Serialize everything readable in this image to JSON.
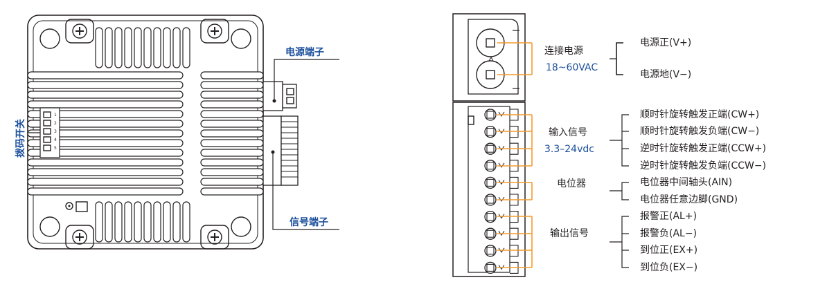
{
  "labels": {
    "power_terminal": "电源端子",
    "signal_terminal": "信号端子",
    "dip_switch": "拨码开关"
  },
  "power_group": {
    "title": "连接电源",
    "spec": "18~60VAC",
    "pins": [
      "电源正(V+)",
      "电源地(V−)"
    ]
  },
  "input_group": {
    "title": "输入信号",
    "spec": "3.3–24vdc",
    "pins": [
      "顺时针旋转触发正端(CW+)",
      "顺时针旋转触发负端(CW−)",
      "逆时针旋转触发正端(CCW+)",
      "逆时针旋转触发负端(CCW−)"
    ]
  },
  "pot_group": {
    "title": "电位器",
    "pins": [
      "电位器中间轴头(AIN)",
      "电位器任意边脚(GND)"
    ]
  },
  "output_group": {
    "title": "输出信号",
    "pins": [
      "报警正(AL+)",
      "报警负(AL−)",
      "到位正(EX+)",
      "到位负(EX−)"
    ]
  },
  "colors": {
    "accent_blue": "#1b4f9c",
    "leader_orange": "#f39a2b",
    "outline": "#231f20"
  }
}
